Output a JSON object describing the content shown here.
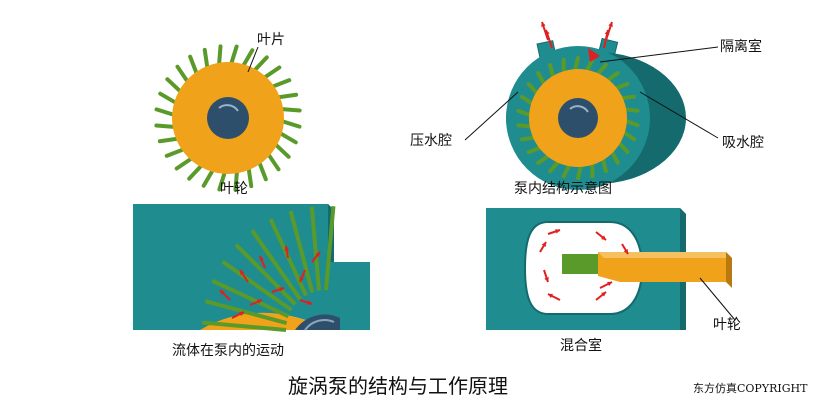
{
  "labels": {
    "blade": "叶片",
    "impeller": "叶轮",
    "isolation_chamber": "隔离室",
    "pressure_chamber": "压水腔",
    "suction_chamber": "吸水腔",
    "pump_structure": "泵内结构示意图",
    "fluid_motion": "流体在泵内的运动",
    "mixing_chamber": "混合室",
    "impeller_2": "叶轮"
  },
  "title": "旋涡泵的结构与工作原理",
  "copyright": "东方仿真COPYRIGHT",
  "colors": {
    "teal": "#1f8c8f",
    "teal_dark": "#146a6c",
    "orange": "#f0a31a",
    "blade_green": "#5a9a2a",
    "hub": "#2e4f6b",
    "arrow_red": "#e02020",
    "white": "#ffffff"
  }
}
